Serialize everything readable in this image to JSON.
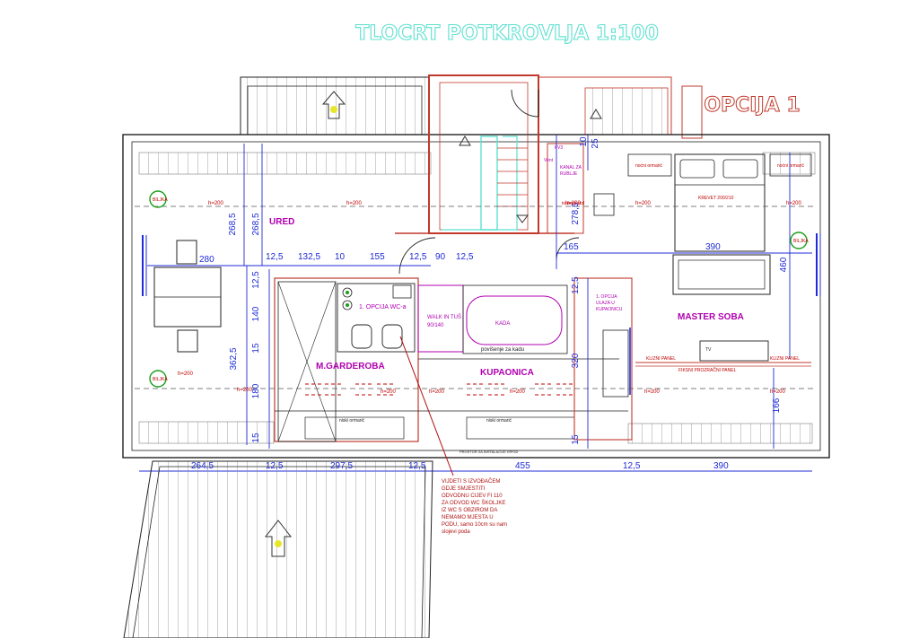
{
  "title": "TLOCRT POTKROVLJA 1:100",
  "option_label": "OPCIJA 1",
  "colors": {
    "wall": "#c0392b",
    "outline": "#222222",
    "dimension": "#1f2bd6",
    "room_label": "#b000b0",
    "title": "#5fe0d0",
    "note": "#b01010",
    "ceiling_height": "#c00000",
    "hatch": "#888888",
    "plant": "#18a018"
  },
  "rooms": {
    "ured": "URED",
    "garderoba": "M.GARDEROBA",
    "kupaonica": "KUPAONICA",
    "master": "MASTER SOBA"
  },
  "dimensions": {
    "d268a": "268,5",
    "d268b": "268,5",
    "d280": "280",
    "d12_5a": "12,5",
    "d132_5": "132,5",
    "d10": "10",
    "d155": "155",
    "d12_5b": "12,5",
    "d90": "90",
    "d12_5c": "12,5",
    "d12_5_v1": "12,5",
    "d140": "140",
    "d15_v1": "15",
    "d362_5": "362,5",
    "d180": "180",
    "d15_v2": "15",
    "d165": "165",
    "d390_top": "390",
    "d460": "460",
    "d10_v": "10",
    "d25_v": "25",
    "d278_5": "278,5",
    "d12_5_v2": "12,5",
    "d320": "320",
    "d15_v3": "15",
    "d166": "166",
    "d264_5": "264,5",
    "d12_5_b1": "12,5",
    "d297_5": "297,5",
    "d12_5_b2": "12,5",
    "d455": "455",
    "d12_5_b3": "12,5",
    "d390_bottom": "390"
  },
  "heights": {
    "h1": "h=200",
    "h2": "h=200",
    "h3": "h=200",
    "h4": "h=200",
    "h5": "h=200",
    "h6": "h=200",
    "h7": "h=200",
    "h8": "h=200",
    "h9": "h=200",
    "h10": "h=200",
    "h11": "h=200",
    "h12": "h=200"
  },
  "labels": {
    "biljka1": "BILJKA",
    "biljka2": "BILJKA",
    "biljka3": "BILJKA",
    "opcija_wc": "1. OPCIJA WC-a",
    "walk_in_1": "WALK IN TUŠ",
    "walk_in_2": "90/140",
    "kada": "KADA",
    "povisenje": "povišenje za kadu",
    "opcija_ulaz_1": "1. OPCIJA",
    "opcija_ulaz_2": "ULAZA U",
    "opcija_ulaz_3": "KUPAONICU",
    "nocni1": "noćni ormarić",
    "nocni2": "noćni ormarić",
    "krevet": "KREVET 200/210",
    "toaletni": "toaletni stol",
    "kanal_1": "KANAL ZA",
    "kanal_2": "RUBLJE",
    "fv": "FV3",
    "vent": "Vent",
    "klizni1": "KLIZNI PANEL",
    "klizni2": "KLIZNI PANEL",
    "fiksni": "FIKSNI PROZRAČNI PANEL",
    "tv": "TV",
    "niski1": "niski ormarić",
    "niski2": "niski ormarić",
    "prostor": "PROSTOR ZA INSTALACIJE ISPOD"
  },
  "note_lines": [
    "VIJDETI S IZVOĐAČEM",
    "GDJE SMJESTITI",
    "ODVODNU CIJEV FI 110",
    "ZA ODVOD WC ŠKOLJKE",
    "IZ WC S OBZIROM DA",
    "NEMAMO MJESTA U",
    "PODU, samo 10cm su nam",
    "slojevi poda"
  ]
}
